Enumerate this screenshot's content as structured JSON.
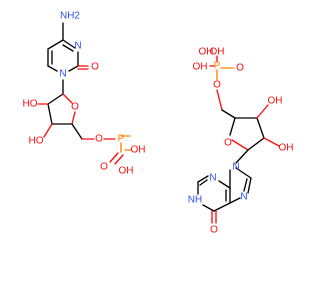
{
  "colors": {
    "carbon_bond": "#000000",
    "oxygen": "#ff0d0d",
    "nitrogen": "#3050f8",
    "phosphorus": "#ff8000",
    "background": "#ffffff"
  },
  "labels": {
    "nh2": "NH2",
    "n": "N",
    "o": "O",
    "ho": "HO",
    "oh": "OH",
    "p": "P",
    "nh": "NH",
    "h_n": "N",
    "h_label": "H"
  }
}
